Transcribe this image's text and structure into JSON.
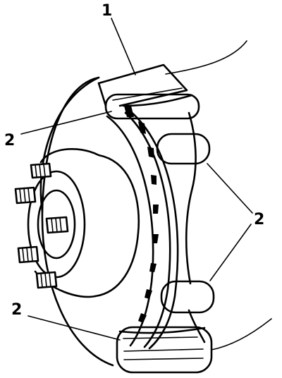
{
  "callouts": [
    {
      "label": "1",
      "part": "caliper-bracket"
    },
    {
      "label": "2",
      "part": "caliper-mounting-abutment"
    },
    {
      "label": "2",
      "part": "caliper-mounting-abutment"
    },
    {
      "label": "2",
      "part": "caliper-mounting-abutment"
    }
  ]
}
